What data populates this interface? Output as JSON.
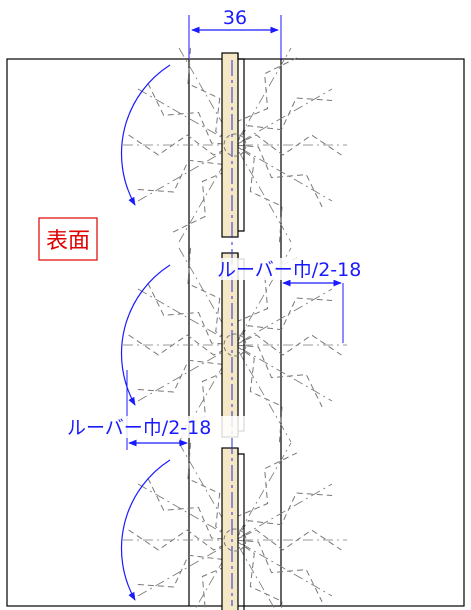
{
  "drawing": {
    "width_dimension": "36",
    "surface_label": "表面",
    "louver_dim_right": "ルーバー巾/2-18",
    "louver_dim_left": "ルーバー巾/2-18",
    "louver_count": 3
  },
  "colors": {
    "outline": "#000000",
    "dimension": "#1a1aff",
    "dashed": "#777777",
    "centerline": "#2a2ad0",
    "louver_fill": "#f5e8c6",
    "label_red": "#e00000"
  }
}
